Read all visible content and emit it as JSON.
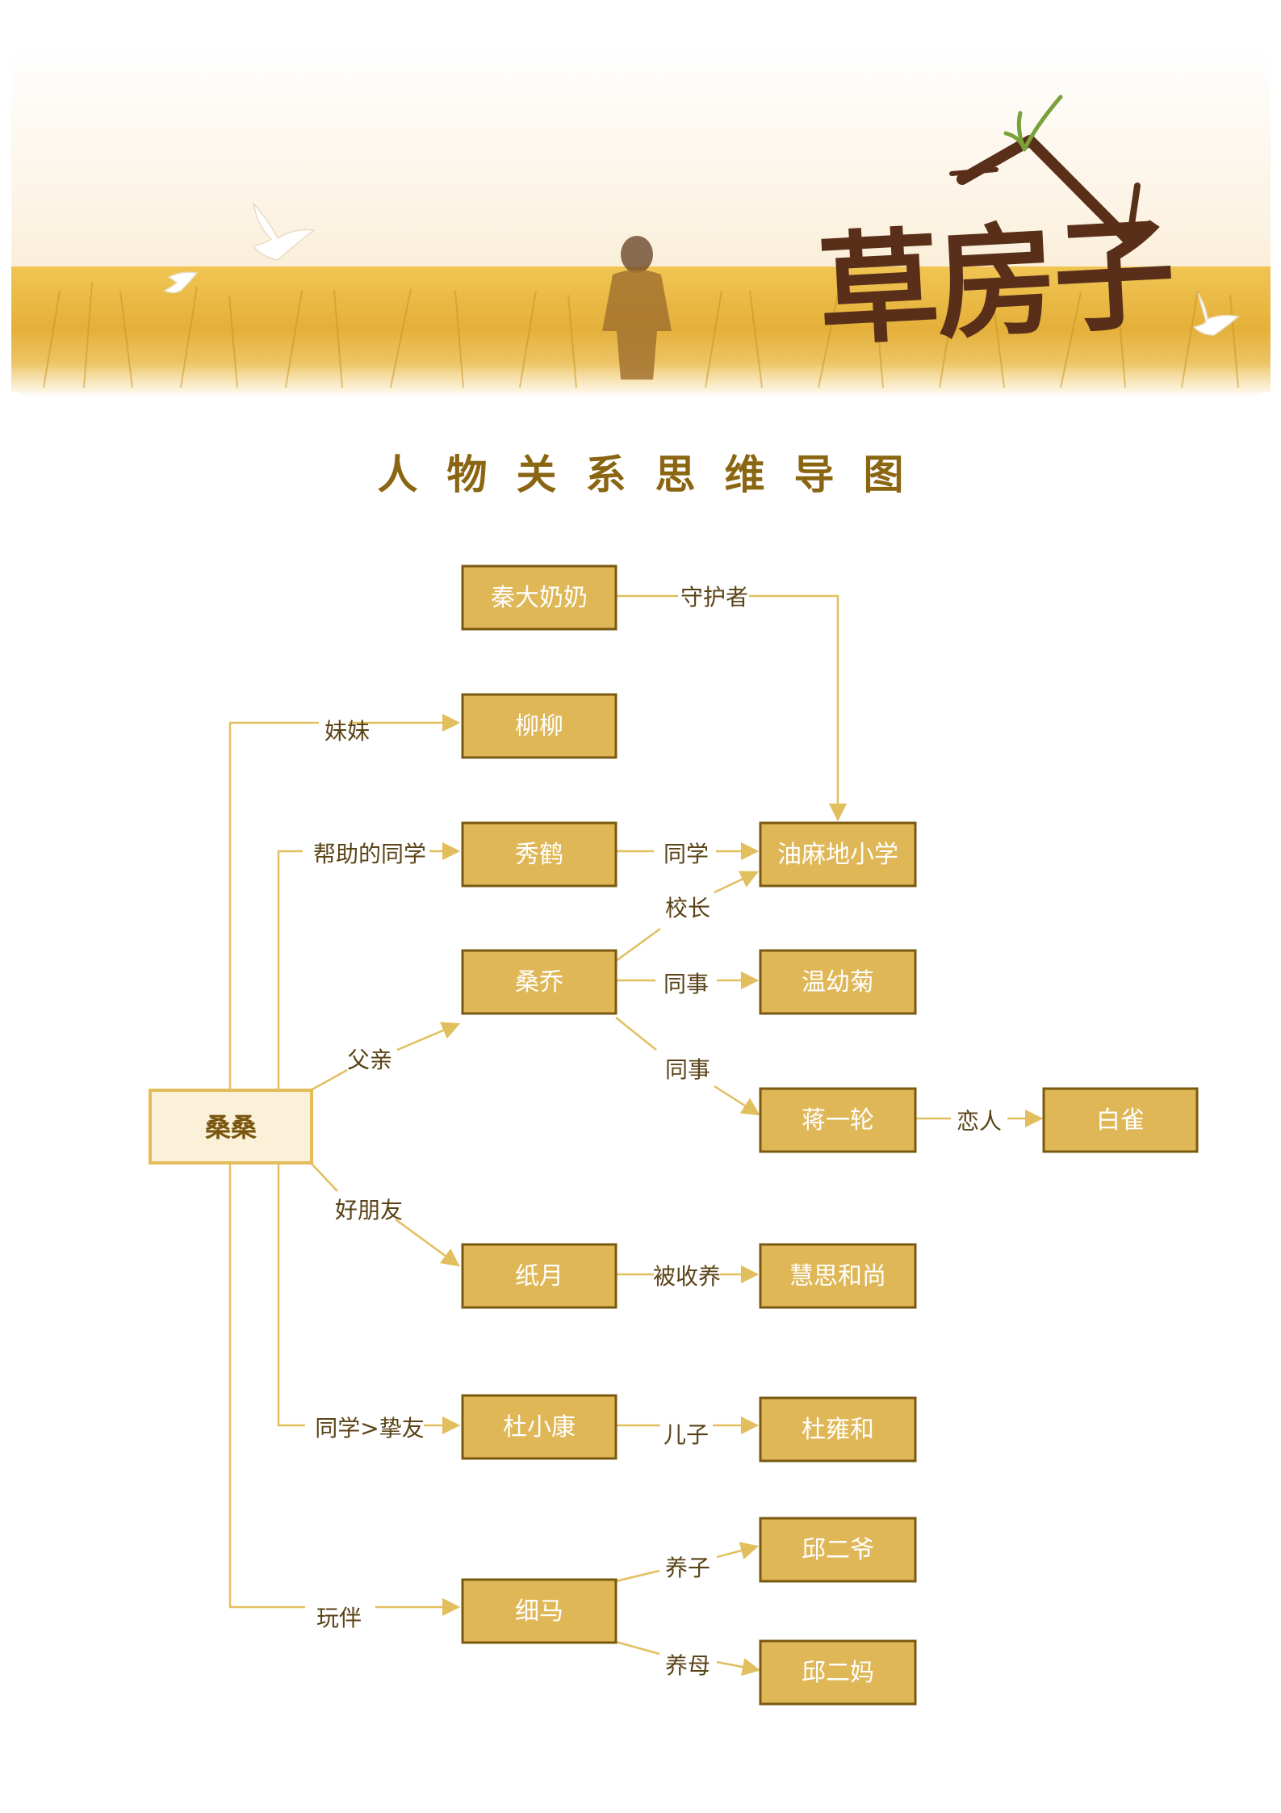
{
  "header": {
    "title": "草房子",
    "subtitle": "人物关系思维导图"
  },
  "nodes": {
    "sangsang": "桑桑",
    "qin": "秦大奶奶",
    "liuliu": "柳柳",
    "xiuhe": "秀鹤",
    "youmadi": "油麻地小学",
    "sangqiao": "桑乔",
    "wenyouju": "温幼菊",
    "jiangyilun": "蒋一轮",
    "baique": "白雀",
    "zhiyue": "纸月",
    "huisi": "慧思和尚",
    "duxiaokang": "杜小康",
    "duyonghe": "杜雍和",
    "xima": "细马",
    "qiuerye": "邱二爷",
    "qiuerma": "邱二妈"
  },
  "labels": {
    "shouhuzhe": "守护者",
    "meimei": "妹妹",
    "bangzhu": "帮助的同学",
    "tongxue": "同学",
    "xiaozhang": "校长",
    "tongshi1": "同事",
    "tongshi2": "同事",
    "fuqin": "父亲",
    "lianren": "恋人",
    "haopengyou": "好朋友",
    "beishouyang": "被收养",
    "zhiyou": "同学>挚友",
    "erzi": "儿子",
    "wanban": "玩伴",
    "yangzi": "养子",
    "yangmu": "养母"
  },
  "colors": {
    "node_fill": "#dfb757",
    "node_border": "#7a5a10",
    "root_fill": "#fbf1d9",
    "root_border": "#e3bd5a",
    "line": "#e2bf5e",
    "title_brown": "#5a2f1a",
    "subtitle": "#8a6512",
    "wheat": "#e8b93c"
  }
}
